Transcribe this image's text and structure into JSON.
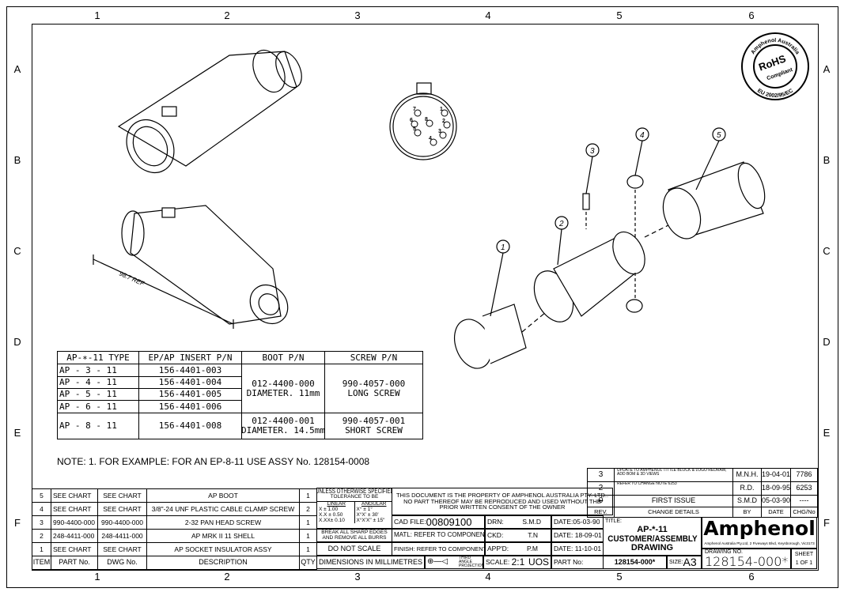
{
  "zones": {
    "cols": [
      "1",
      "2",
      "3",
      "4",
      "5",
      "6"
    ],
    "rows": [
      "A",
      "B",
      "C",
      "D",
      "E",
      "F"
    ]
  },
  "views": {
    "dimension": "98.7 REF",
    "balloons": [
      "1",
      "2",
      "3",
      "4",
      "5"
    ],
    "pins": [
      "1",
      "2",
      "3",
      "4",
      "5",
      "6",
      "7",
      "8"
    ]
  },
  "rohs": {
    "top": "Amphenol Australia",
    "middle": "RoHS",
    "sub": "Compliant",
    "bottom": "EU 2002/95/EC"
  },
  "type_table": {
    "headers": [
      "AP-∗-11 TYPE",
      "EP/AP INSERT P/N",
      "BOOT P/N",
      "SCREW P/N"
    ],
    "types": [
      "AP - 3 - 11",
      "AP - 4 - 11",
      "AP - 5 - 11",
      "AP - 6 - 11",
      "AP - 8 - 11"
    ],
    "inserts": [
      "156-4401-003",
      "156-4401-004",
      "156-4401-005",
      "156-4401-006",
      "156-4401-008"
    ],
    "boot_a": [
      "012-4400-000",
      "DIAMETER. 11mm"
    ],
    "screw_a": [
      "990-4057-000",
      "LONG SCREW"
    ],
    "boot_b": [
      "012-4400-001",
      "DIAMETER. 14.5mm"
    ],
    "screw_b": [
      "990-4057-001",
      "SHORT SCREW"
    ]
  },
  "note": "NOTE: 1. FOR EXAMPLE: FOR AN EP-8-11 USE ASSY No. 128154-0008",
  "bom": {
    "headers": [
      "ITEM",
      "PART No.",
      "DWG No.",
      "DESCRIPTION",
      "QTY"
    ],
    "rows": [
      {
        "item": "5",
        "part": "SEE CHART",
        "dwg": "SEE CHART",
        "desc": "AP BOOT",
        "qty": "1"
      },
      {
        "item": "4",
        "part": "SEE CHART",
        "dwg": "SEE CHART",
        "desc": "3/8\"-24 UNF PLASTIC CABLE CLAMP SCREW",
        "qty": "2"
      },
      {
        "item": "3",
        "part": "990-4400-000",
        "dwg": "990-4400-000",
        "desc": "2-32 PAN HEAD SCREW",
        "qty": "1"
      },
      {
        "item": "2",
        "part": "248-4411-000",
        "dwg": "248-4411-000",
        "desc": "AP MRK II 11 SHELL",
        "qty": "1"
      },
      {
        "item": "1",
        "part": "SEE CHART",
        "dwg": "SEE CHART",
        "desc": "AP SOCKET INSULATOR ASSY",
        "qty": "1"
      }
    ]
  },
  "tolerance": {
    "title": "UNLESS OTHERWISE SPECIFIED",
    "sub": "TOLERANCE TO BE",
    "linear": "LINEAR",
    "angular": "ANGULAR",
    "lin": [
      "X   ± 1.00",
      "X.X ± 0.50",
      "X.XX± 0.10"
    ],
    "ang": [
      "X°  ± 1°",
      "X°X'  ± 30'",
      "X°X'X\" ± 15\""
    ],
    "burrs": "BREAK ALL SHARP EDGES AND REMOVE ALL BURRS",
    "noscale": "DO NOT SCALE",
    "dims": "DIMENSIONS IN MILLIMETRES"
  },
  "notice": "THIS DOCUMENT IS THE PROPERTY OF AMPHENOL AUSTRALIA PTY. LTD..  NO PART THEREOF MAY BE REPRODUCED AND USED WITHOUT THE PRIOR WRITTEN CONSENT OF THE OWNER",
  "info": {
    "cad_label": "CAD FILE:",
    "cad": "00809100",
    "matl": "MATL: REFER TO COMPONENT",
    "finish": "FINISH: REFER TO COMPONENT",
    "drn_label": "DRN:",
    "drn": "S.M.D",
    "ckd_label": "CKD:",
    "ckd": "T.N",
    "app_label": "APP'D:",
    "app": "P.M",
    "date1": "DATE:05-03-90",
    "date2": "DATE: 18-09-01",
    "date3": "DATE: 11-10-01",
    "projection": "THIRD ANGLE PROJECTION",
    "scale_label": "SCALE:",
    "scale": "2:1",
    "uos": "UOS",
    "partno_label": "PART No:",
    "partno": "128154-000*",
    "size_label": "SIZE:",
    "size": "A3"
  },
  "revisions": [
    {
      "rev": "3",
      "details": "UPDATE TO AMPHENOL TITTLE BLOCK & LOGO REDRAW, ADD BOM & 3D VIEWS",
      "by": "M.N.H.",
      "date": "19-04-01",
      "chg": "7786"
    },
    {
      "rev": "2",
      "details": "REFER TO CHANGE NOTE 6253",
      "by": "R.D.",
      "date": "18-09-95",
      "chg": "6253"
    },
    {
      "rev": "0",
      "details": "FIRST ISSUE",
      "by": "S.M.D",
      "date": "05-03-90",
      "chg": "----"
    }
  ],
  "rev_headers": [
    "REV.",
    "CHANGE DETAILS",
    "BY",
    "DATE",
    "CHG/No"
  ],
  "title": {
    "label": "TITLE:",
    "line1": "AP-*-11",
    "line2": "CUSTOMER/ASSEMBLY",
    "line3": "DRAWING"
  },
  "company": {
    "name": "Amphenol",
    "address": "Amphenol Australia Pty.Ltd, 2 Fiveways Blvd, Keysborough, Vic3173"
  },
  "drawing": {
    "label": "DRAWING NO.",
    "number": "128154-000*",
    "sheet_label": "SHEET",
    "sheet": "1 OF 1"
  }
}
